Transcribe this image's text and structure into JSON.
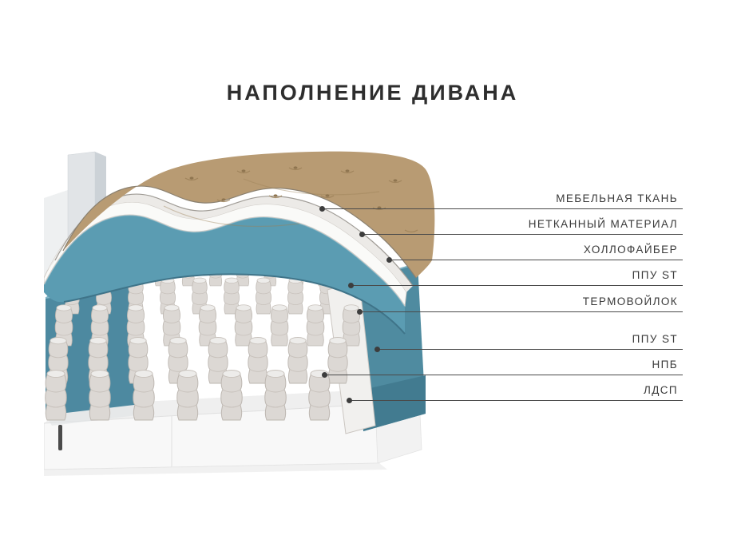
{
  "title": "НАПОЛНЕНИЕ ДИВАНА",
  "callouts": {
    "items": [
      {
        "id": "furniture-fabric",
        "text": "МЕБЕЛЬНАЯ ТКАНЬ"
      },
      {
        "id": "nonwoven-material",
        "text": "НЕТКАННЫЙ МАТЕРИАЛ"
      },
      {
        "id": "hollofiber",
        "text": "ХОЛЛОФАЙБЕР"
      },
      {
        "id": "pu-foam-top",
        "text": "ППУ ST"
      },
      {
        "id": "thermal-felt",
        "text": "ТЕРМОВОЙЛОК"
      },
      {
        "id": "pu-foam-side",
        "text": "ППУ ST"
      },
      {
        "id": "spring-block",
        "text": "НПБ"
      },
      {
        "id": "chipboard",
        "text": "ЛДСП"
      }
    ]
  },
  "colors": {
    "foam_teal": "#5b9cb2",
    "fabric_tan": "#b89b73",
    "leader_line": "#4a4a4a",
    "title_text": "#2e2e2e"
  }
}
